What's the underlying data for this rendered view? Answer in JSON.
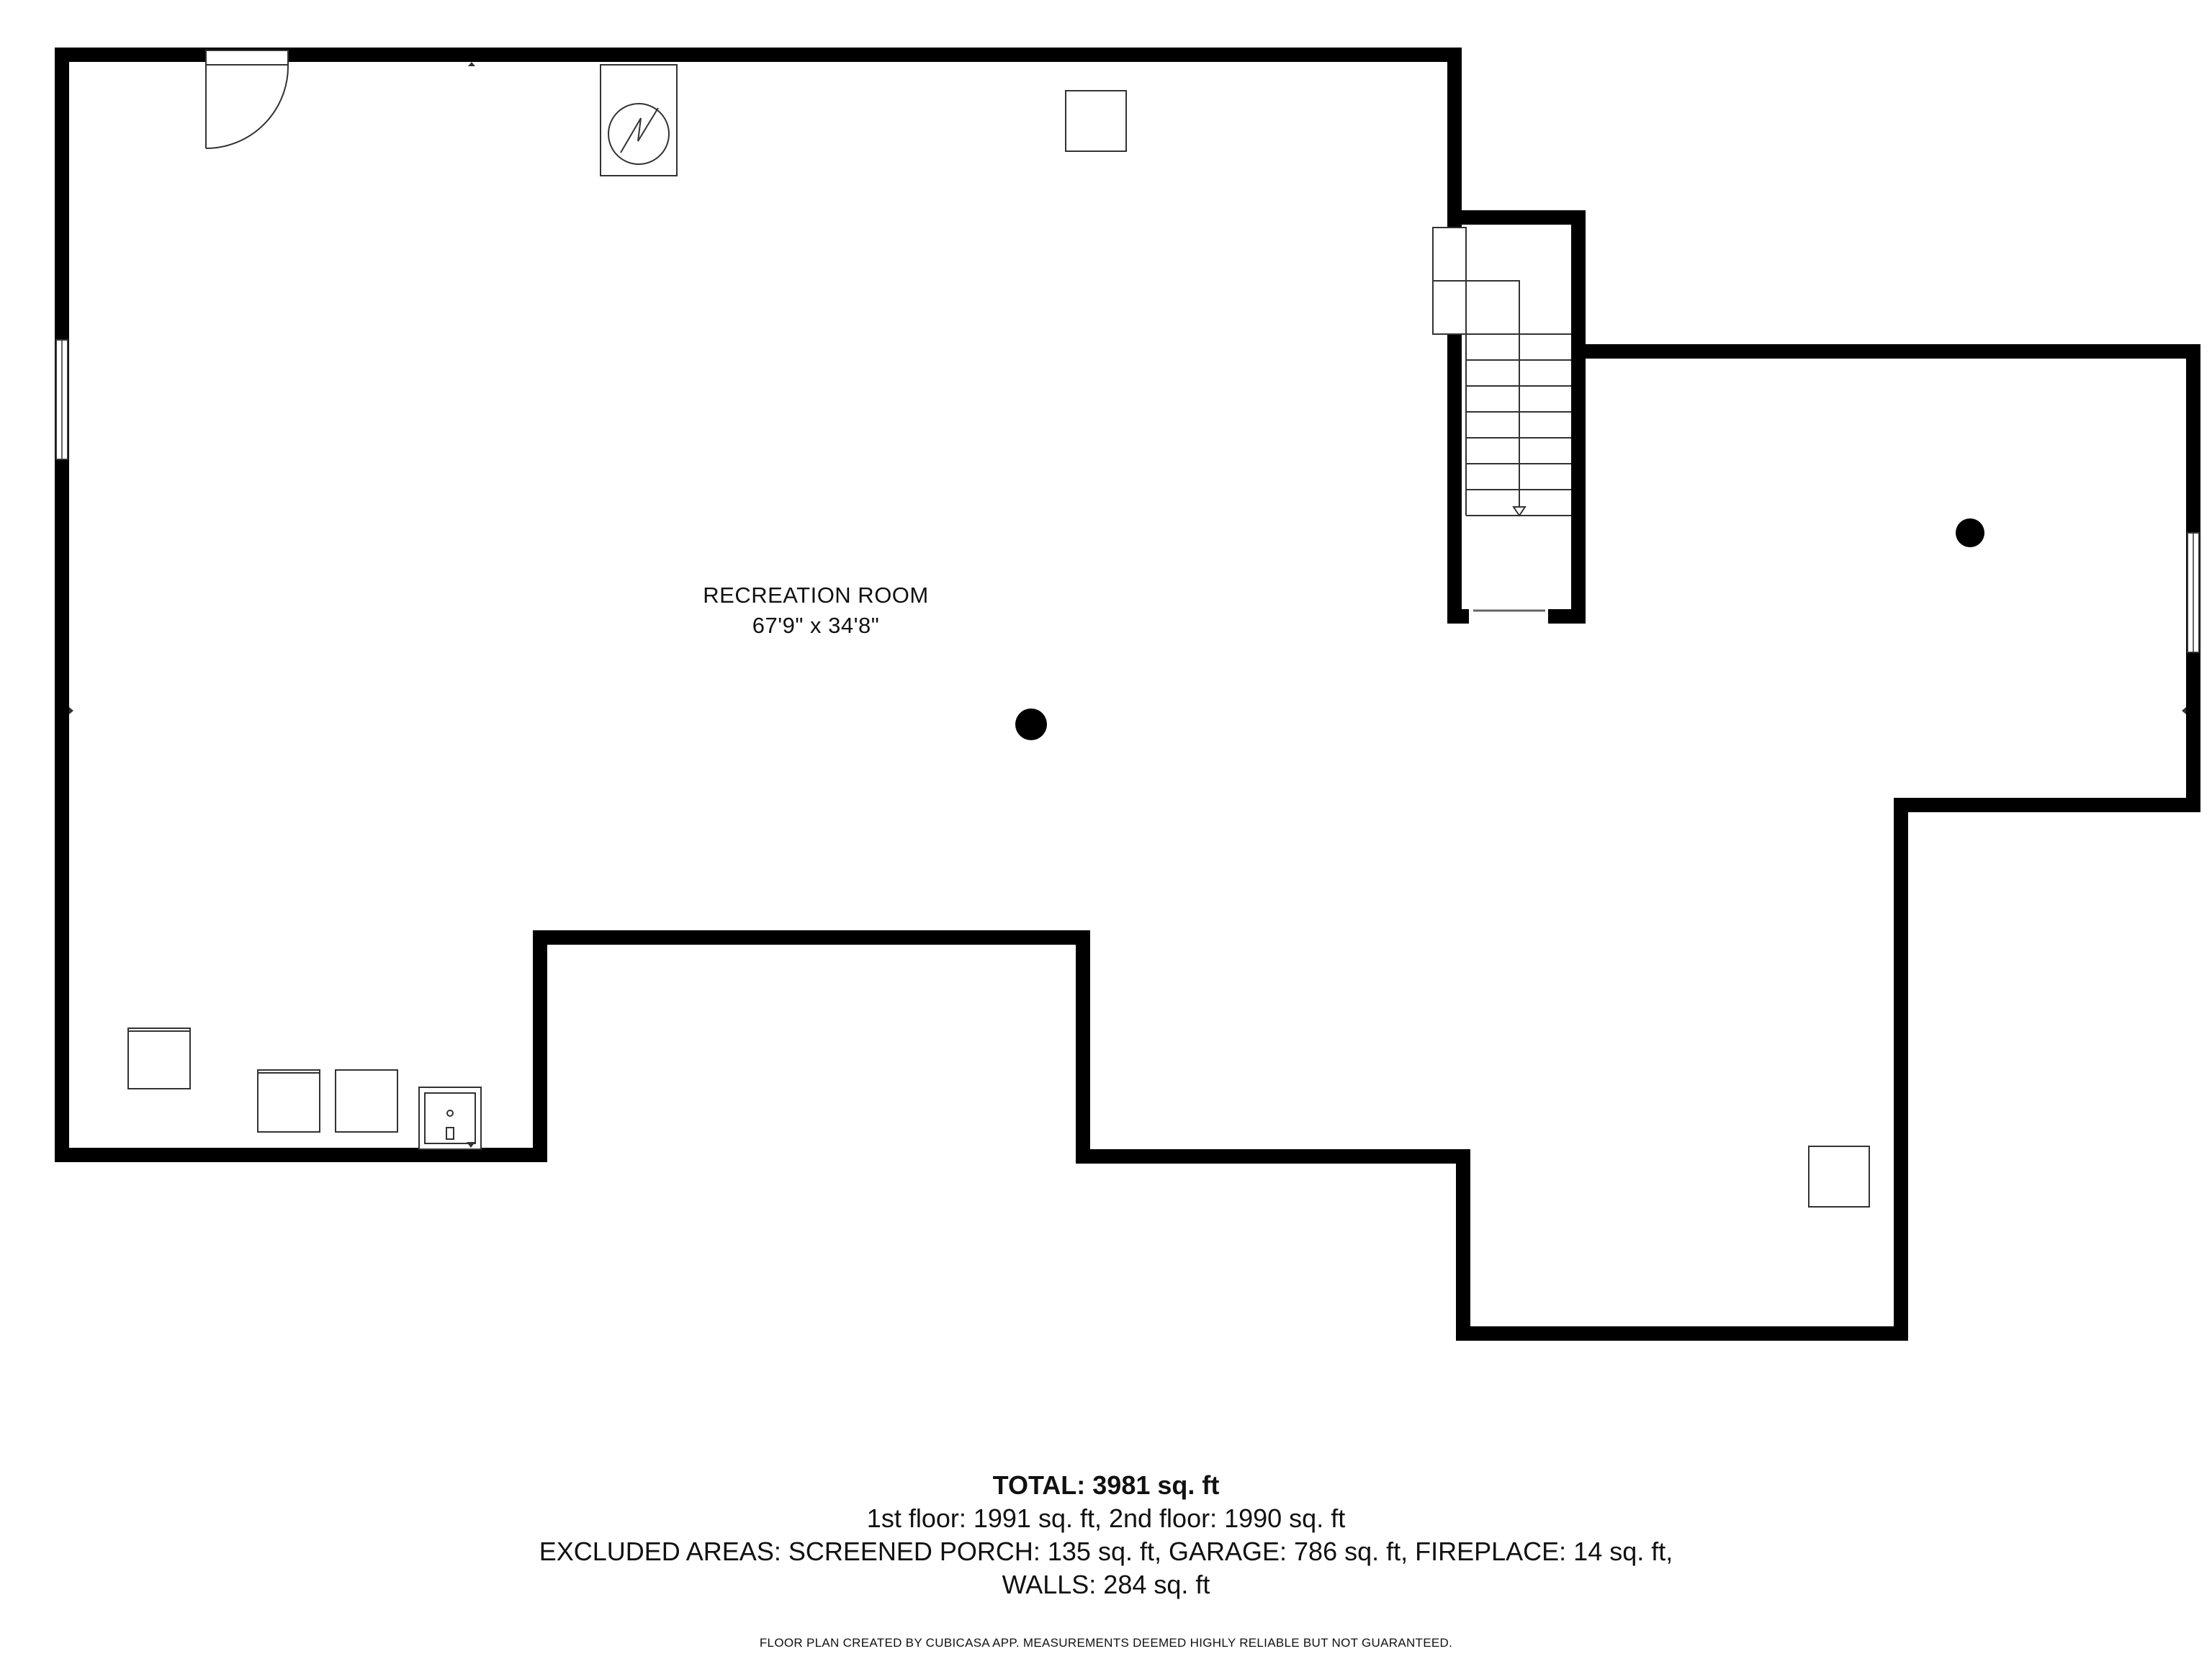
{
  "room": {
    "name": "RECREATION ROOM",
    "dimensions": "67'9\" x 34'8\""
  },
  "summary": {
    "total": "TOTAL: 3981 sq. ft",
    "floors": "1st floor: 1991 sq. ft, 2nd floor: 1990 sq. ft",
    "excluded": "EXCLUDED AREAS: SCREENED PORCH: 135 sq. ft, GARAGE: 786 sq. ft, FIREPLACE: 14 sq. ft,",
    "walls": "WALLS: 284 sq. ft"
  },
  "disclaimer": "FLOOR PLAN CREATED BY CUBICASA APP. MEASUREMENTS DEEMED HIGHLY RELIABLE BUT NOT GUARANTEED.",
  "colors": {
    "wall": "#000000",
    "background": "#ffffff",
    "fixture_stroke": "#333333"
  }
}
